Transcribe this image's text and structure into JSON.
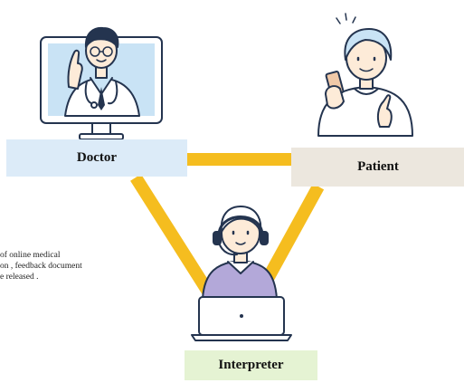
{
  "roles": {
    "doctor": "Doctor",
    "patient": "Patient",
    "interpreter": "Interpreter"
  },
  "note": {
    "line1": "of online medical",
    "line2": "on , feedback document",
    "line3": "e released ."
  },
  "colors": {
    "connector": "#f5bd1f",
    "doctor_label_bg": "#dcebf8",
    "patient_label_bg": "#ece7de",
    "interpreter_label_bg": "#e5f3d3",
    "outline": "#24344f",
    "screen_blue": "#c9e3f5",
    "vest_purple": "#b3a8d9",
    "skin": "#fdebd8"
  },
  "icons": [
    "doctor-monitor-illustration",
    "patient-smartphone-illustration",
    "interpreter-headset-laptop-illustration"
  ]
}
